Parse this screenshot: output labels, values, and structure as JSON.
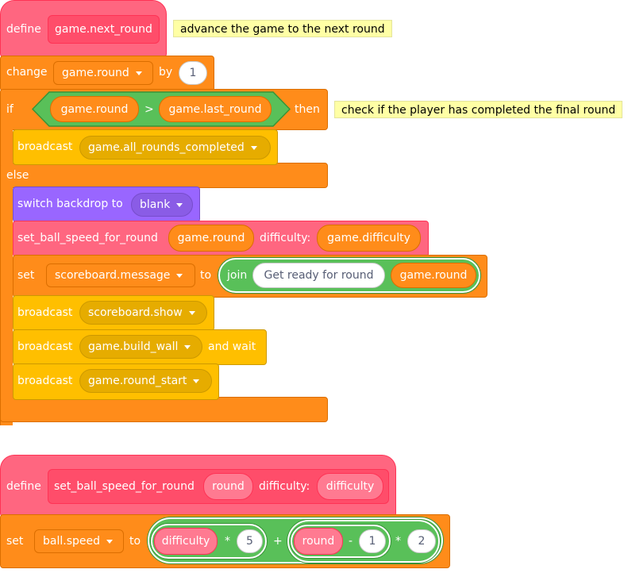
{
  "script1": {
    "define_label": "define",
    "proc_name": "game.next_round",
    "comment_define": "advance the game to the next round",
    "change_label": "change",
    "change_var": "game.round",
    "change_by": "by",
    "change_value": "1",
    "if_label": "if",
    "cond_left": "game.round",
    "cond_op": ">",
    "cond_right": "game.last_round",
    "then_label": "then",
    "comment_if": "check if the player has completed the final round",
    "broadcast1_label": "broadcast",
    "broadcast1_msg": "game.all_rounds_completed",
    "else_label": "else",
    "backdrop_label": "switch backdrop to",
    "backdrop_value": "blank",
    "setspeed_name": "set_ball_speed_for_round",
    "setspeed_arg1": "game.round",
    "setspeed_difficulty": "difficulty:",
    "setspeed_arg2": "game.difficulty",
    "set_label": "set",
    "set_var": "scoreboard.message",
    "set_to": "to",
    "join_label": "join",
    "join_text": "Get ready for round",
    "join_var": "game.round",
    "broadcast2_label": "broadcast",
    "broadcast2_msg": "scoreboard.show",
    "broadcast3_label": "broadcast",
    "broadcast3_msg": "game.build_wall",
    "broadcast3_wait": "and wait",
    "broadcast4_label": "broadcast",
    "broadcast4_msg": "game.round_start"
  },
  "script2": {
    "define_label": "define",
    "proc_name": "set_ball_speed_for_round",
    "param_round": "round",
    "difficulty_label": "difficulty:",
    "param_difficulty": "difficulty",
    "set_label": "set",
    "set_var": "ball.speed",
    "set_to": "to",
    "expr_difficulty": "difficulty",
    "expr_times1": "*",
    "expr_five": "5",
    "expr_plus": "+",
    "expr_round": "round",
    "expr_minus": "-",
    "expr_one": "1",
    "expr_times2": "*",
    "expr_two": "2"
  }
}
